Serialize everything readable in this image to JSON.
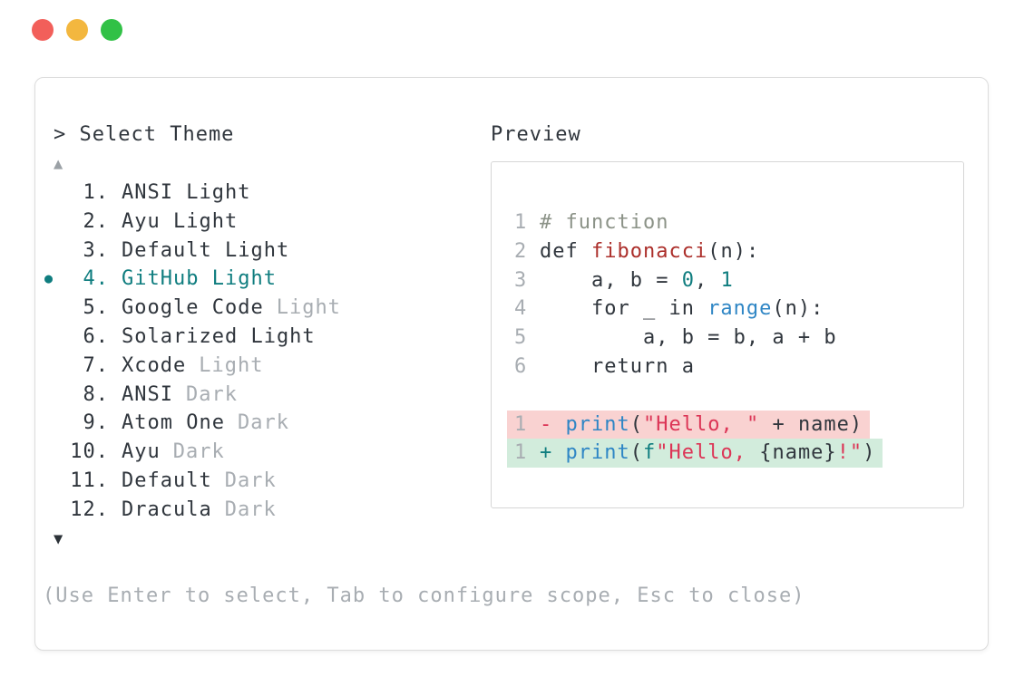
{
  "colors": {
    "traffic_red": "#f25f5a",
    "traffic_yellow": "#f3b73f",
    "traffic_green": "#31c146",
    "panel_border": "#dcdcdc",
    "preview_border": "#d6d6d6",
    "text_dark": "#30363d",
    "gray_dim": "#a8adb2",
    "accent_teal": "#0f7d7f",
    "func_red": "#ac2f2b",
    "call_blue": "#2f86c5",
    "string_crimson": "#dc3556",
    "comment_gray": "#8b9287",
    "removed_bg": "#f9d2d1",
    "added_bg": "#d2ecdc",
    "scroll_up_gray": "#9ba1a6",
    "scroll_down_dark": "#2c3238"
  },
  "window": {
    "traffic_lights": [
      "close",
      "minimize",
      "zoom"
    ]
  },
  "theme_picker": {
    "prompt": "> Select Theme",
    "scroll_up_symbol": "▲",
    "scroll_down_symbol": "▼",
    "selected_bullet": "●",
    "items": [
      {
        "num": "1.",
        "name": "ANSI Light",
        "dim": "",
        "selected": false
      },
      {
        "num": "2.",
        "name": "Ayu Light",
        "dim": "",
        "selected": false
      },
      {
        "num": "3.",
        "name": "Default Light",
        "dim": "",
        "selected": false
      },
      {
        "num": "4.",
        "name": "GitHub Light",
        "dim": "",
        "selected": true
      },
      {
        "num": "5.",
        "name": "Google Code",
        "dim": "Light",
        "selected": false
      },
      {
        "num": "6.",
        "name": "Solarized Light",
        "dim": "",
        "selected": false
      },
      {
        "num": "7.",
        "name": "Xcode",
        "dim": "Light",
        "selected": false
      },
      {
        "num": "8.",
        "name": "ANSI",
        "dim": "Dark",
        "selected": false
      },
      {
        "num": "9.",
        "name": "Atom One",
        "dim": "Dark",
        "selected": false
      },
      {
        "num": "10.",
        "name": "Ayu",
        "dim": "Dark",
        "selected": false
      },
      {
        "num": "11.",
        "name": "Default",
        "dim": "Dark",
        "selected": false
      },
      {
        "num": "12.",
        "name": "Dracula",
        "dim": "Dark",
        "selected": false
      }
    ],
    "footer_hint": "(Use Enter to select, Tab to configure scope, Esc to close)"
  },
  "preview": {
    "title": "Preview",
    "code_lines": [
      {
        "num": "1",
        "bg": "",
        "tokens": [
          {
            "t": "# function",
            "c": "comment"
          }
        ]
      },
      {
        "num": "2",
        "bg": "",
        "tokens": [
          {
            "t": "def ",
            "c": "text"
          },
          {
            "t": "fibonacci",
            "c": "func"
          },
          {
            "t": "(n):",
            "c": "text"
          }
        ]
      },
      {
        "num": "3",
        "bg": "",
        "tokens": [
          {
            "t": "    a, b = ",
            "c": "text"
          },
          {
            "t": "0",
            "c": "number"
          },
          {
            "t": ", ",
            "c": "text"
          },
          {
            "t": "1",
            "c": "number"
          }
        ]
      },
      {
        "num": "4",
        "bg": "",
        "tokens": [
          {
            "t": "    for _ in ",
            "c": "text"
          },
          {
            "t": "range",
            "c": "call"
          },
          {
            "t": "(n):",
            "c": "text"
          }
        ]
      },
      {
        "num": "5",
        "bg": "",
        "tokens": [
          {
            "t": "        a, b = b, a + b",
            "c": "text"
          }
        ]
      },
      {
        "num": "6",
        "bg": "",
        "tokens": [
          {
            "t": "    return a",
            "c": "text"
          }
        ]
      },
      {
        "num": "",
        "bg": "",
        "tokens": []
      },
      {
        "num": "1",
        "bg": "removed",
        "tokens": [
          {
            "t": "- ",
            "c": "string"
          },
          {
            "t": "print",
            "c": "call"
          },
          {
            "t": "(",
            "c": "text"
          },
          {
            "t": "\"Hello, \"",
            "c": "string"
          },
          {
            "t": " + name)",
            "c": "text"
          }
        ]
      },
      {
        "num": "1",
        "bg": "added",
        "tokens": [
          {
            "t": "+ ",
            "c": "number"
          },
          {
            "t": "print",
            "c": "call"
          },
          {
            "t": "(",
            "c": "text"
          },
          {
            "t": "f",
            "c": "number"
          },
          {
            "t": "\"Hello, ",
            "c": "string"
          },
          {
            "t": "{name}",
            "c": "text"
          },
          {
            "t": "!\"",
            "c": "string"
          },
          {
            "t": ")",
            "c": "text"
          }
        ]
      }
    ]
  }
}
